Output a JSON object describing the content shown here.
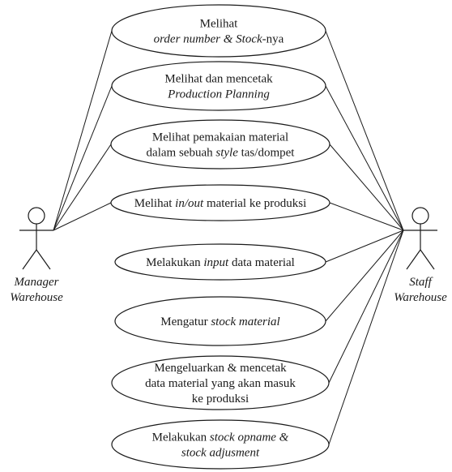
{
  "actors": {
    "left": {
      "lines": [
        "Manager",
        "Warehouse"
      ]
    },
    "right": {
      "lines": [
        "Staff",
        "Warehouse"
      ]
    }
  },
  "use_cases": [
    {
      "id": "uc1",
      "lines": [
        [
          {
            "text": "Melihat",
            "italic": false
          }
        ],
        [
          {
            "text": "order number & Stock",
            "italic": true
          },
          {
            "text": "-nya",
            "italic": false
          }
        ]
      ]
    },
    {
      "id": "uc2",
      "lines": [
        [
          {
            "text": "Melihat dan mencetak",
            "italic": false
          }
        ],
        [
          {
            "text": "Production Planning",
            "italic": true
          }
        ]
      ]
    },
    {
      "id": "uc3",
      "lines": [
        [
          {
            "text": "Melihat pemakaian material",
            "italic": false
          }
        ],
        [
          {
            "text": "dalam sebuah ",
            "italic": false
          },
          {
            "text": "style",
            "italic": true
          },
          {
            "text": " tas/dompet",
            "italic": false
          }
        ]
      ]
    },
    {
      "id": "uc4",
      "lines": [
        [
          {
            "text": "Melihat ",
            "italic": false
          },
          {
            "text": "in/out",
            "italic": true
          },
          {
            "text": " material ke produksi",
            "italic": false
          }
        ]
      ]
    },
    {
      "id": "uc5",
      "lines": [
        [
          {
            "text": "Melakukan ",
            "italic": false
          },
          {
            "text": "input",
            "italic": true
          },
          {
            "text": " data material",
            "italic": false
          }
        ]
      ]
    },
    {
      "id": "uc6",
      "lines": [
        [
          {
            "text": "Mengatur ",
            "italic": false
          },
          {
            "text": "stock material",
            "italic": true
          }
        ]
      ]
    },
    {
      "id": "uc7",
      "lines": [
        [
          {
            "text": "Mengeluarkan & mencetak",
            "italic": false
          }
        ],
        [
          {
            "text": "data material yang akan masuk",
            "italic": false
          }
        ],
        [
          {
            "text": "ke produksi",
            "italic": false
          }
        ]
      ]
    },
    {
      "id": "uc8",
      "lines": [
        [
          {
            "text": "Melakukan ",
            "italic": false
          },
          {
            "text": "stock opname &",
            "italic": true
          }
        ],
        [
          {
            "text": "stock adjusment",
            "italic": true
          }
        ]
      ]
    }
  ],
  "associations": {
    "left": [
      "uc1",
      "uc2",
      "uc3",
      "uc4"
    ],
    "right": [
      "uc1",
      "uc2",
      "uc3",
      "uc4",
      "uc5",
      "uc6",
      "uc7",
      "uc8"
    ]
  }
}
